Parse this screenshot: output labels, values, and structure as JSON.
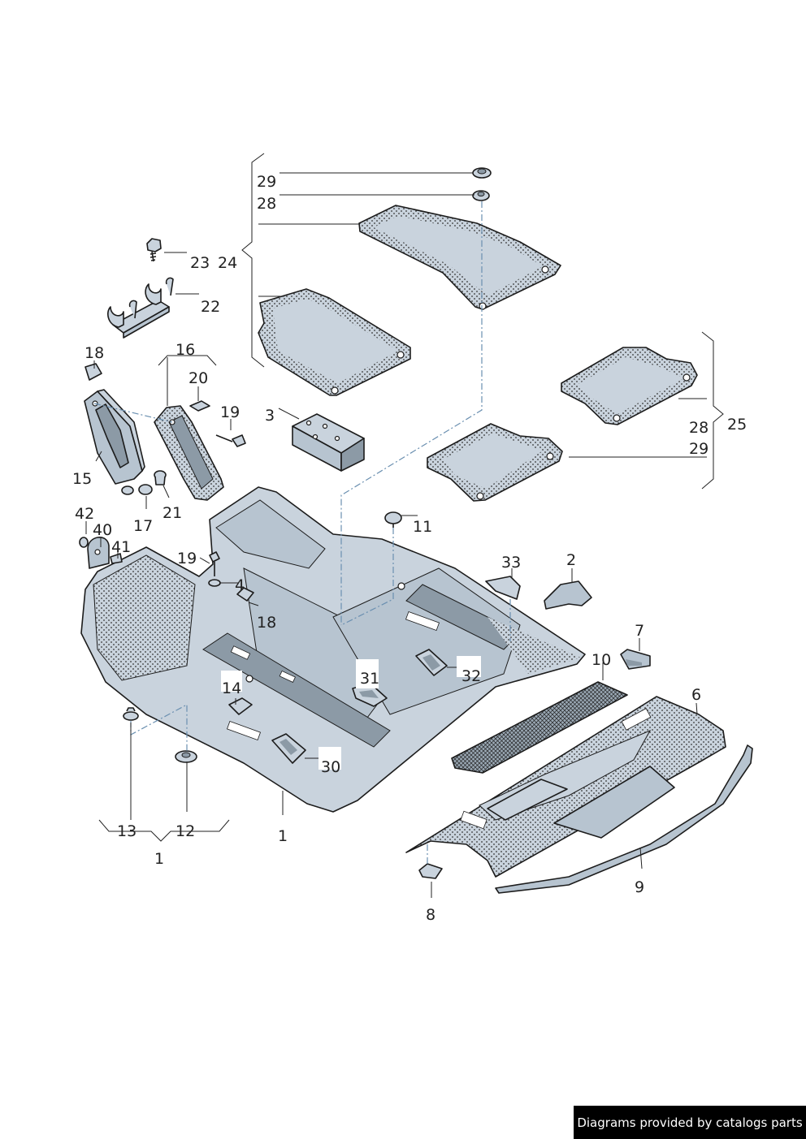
{
  "labels": {
    "l29a": "29",
    "l28a": "28",
    "l24": "24",
    "l23": "23",
    "l22": "22",
    "l18a": "18",
    "l16": "16",
    "l20": "20",
    "l19a": "19",
    "l3": "3",
    "l15": "15",
    "l17": "17",
    "l21": "21",
    "l28b": "28",
    "l25": "25",
    "l29b": "29",
    "l11": "11",
    "l42": "42",
    "l40": "40",
    "l41": "41",
    "l19b": "19",
    "l4": "4",
    "l18b": "18",
    "l33": "33",
    "l2": "2",
    "l7": "7",
    "l10": "10",
    "l6": "6",
    "l31": "31",
    "l32": "32",
    "l14": "14",
    "l30": "30",
    "l13": "13",
    "l12": "12",
    "l1a": "1",
    "l1b": "1",
    "l9": "9",
    "l8": "8"
  },
  "footer": {
    "text": "Diagrams provided by catalogs parts"
  },
  "colors": {
    "part_fill": "#c9d3dd",
    "outline": "#1c1c1c",
    "centerline": "#6a8fb0"
  }
}
